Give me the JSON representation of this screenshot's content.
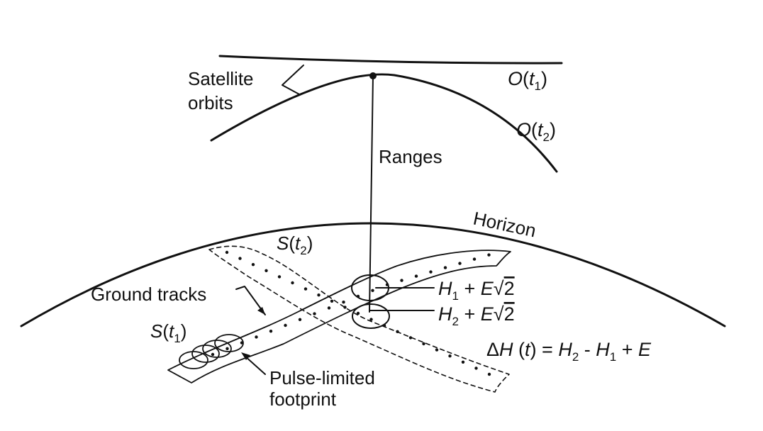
{
  "labels": {
    "satellite_orbits_line1": "Satellite",
    "satellite_orbits_line2": "orbits",
    "ranges": "Ranges",
    "horizon": "Horizon",
    "ground_tracks": "Ground tracks",
    "pulse_limited_line1": "Pulse-limited",
    "pulse_limited_line2": "footprint",
    "orbit1": {
      "name": "O",
      "open": "(",
      "var": "t",
      "sub": "1",
      "close": ")"
    },
    "orbit2": {
      "name": "O",
      "open": "(",
      "var": "t",
      "sub": "2",
      "close": ")"
    },
    "track1": {
      "name": "S",
      "open": "(",
      "var": "t",
      "sub": "1",
      "close": ")"
    },
    "track2": {
      "name": "S",
      "open": "(",
      "var": "t",
      "sub": "2",
      "close": ")"
    },
    "height1": {
      "var": "H",
      "sub": "1",
      "plus": " + ",
      "err": "E",
      "root": "√",
      "two": "2"
    },
    "height2": {
      "var": "H",
      "sub": "2",
      "plus": " + ",
      "err": "E",
      "root": "√",
      "two": "2"
    },
    "delta_equation": {
      "delta": "Δ",
      "var": "H",
      "arg_open": " (",
      "arg_var": "t",
      "arg_close": ") = ",
      "h2": "H",
      "h2_sub": "2",
      "minus": " - ",
      "h1": "H",
      "h1_sub": "1",
      "plus": " + ",
      "err": "E"
    }
  },
  "colors": {
    "ink": "#111111",
    "paper": "#ffffff"
  }
}
